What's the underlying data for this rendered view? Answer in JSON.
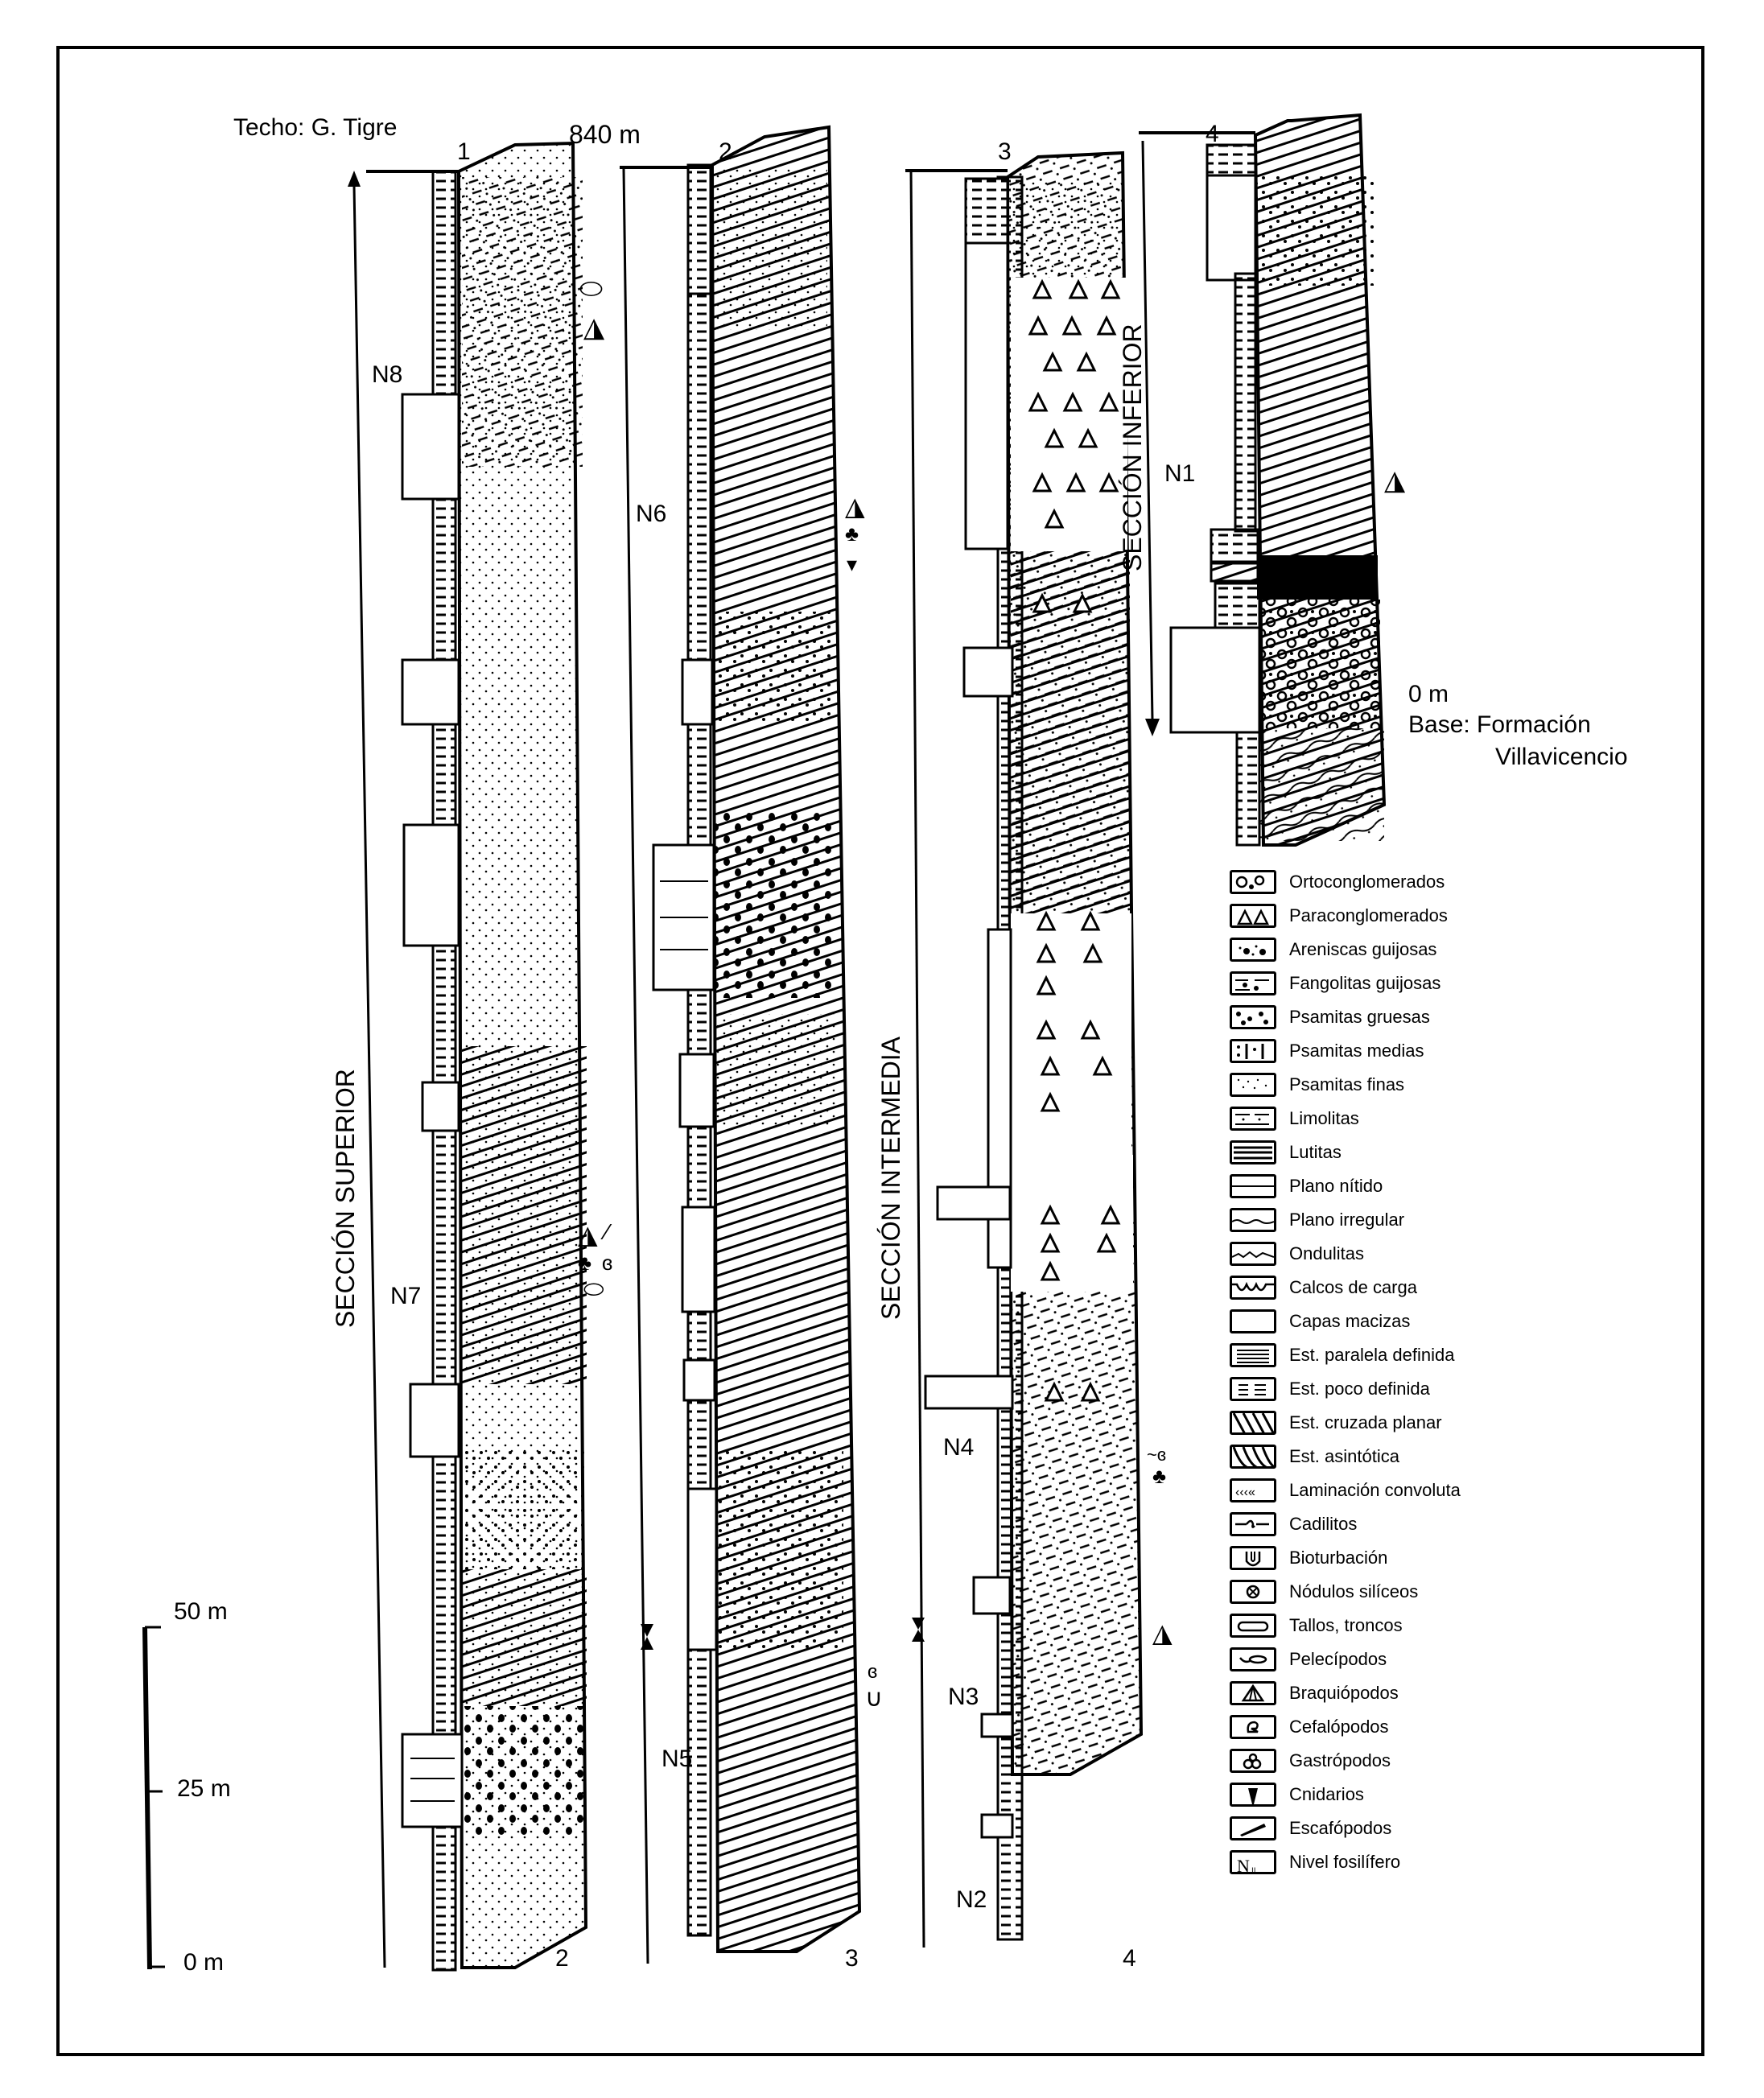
{
  "figure": {
    "top_label": "Techo: G. Tigre",
    "top_height": "840 m",
    "base_height": "0 m",
    "base_label_line1": "Base: Formación",
    "base_label_line2": "Villavicencio"
  },
  "columns": [
    {
      "top_number": "1",
      "bottom_number": "2"
    },
    {
      "top_number": "2",
      "bottom_number": "3"
    },
    {
      "top_number": "3",
      "bottom_number": "4"
    },
    {
      "top_number": "4",
      "bottom_number": ""
    }
  ],
  "sections": {
    "superior": "SECCIÓN SUPERIOR",
    "intermedia": "SECCIÓN INTERMEDIA",
    "inferior": "SECCIÓN INFERIOR"
  },
  "levels": [
    "N1",
    "N2",
    "N3",
    "N4",
    "N5",
    "N6",
    "N7",
    "N8"
  ],
  "scale_bar": {
    "ticks": [
      "50 m",
      "25 m",
      "0 m"
    ],
    "values_m": [
      50,
      25,
      0
    ]
  },
  "legend": [
    {
      "label": "Ortoconglomerados",
      "icon": "ortoconglomerate-pattern"
    },
    {
      "label": "Paraconglomerados",
      "icon": "paraconglomerate-pattern"
    },
    {
      "label": "Areniscas guijosas",
      "icon": "pebbly-sandstone-pattern"
    },
    {
      "label": "Fangolitas guijosas",
      "icon": "pebbly-mudstone-pattern"
    },
    {
      "label": "Psamitas gruesas",
      "icon": "coarse-psammite-pattern"
    },
    {
      "label": "Psamitas medias",
      "icon": "medium-psammite-pattern"
    },
    {
      "label": "Psamitas finas",
      "icon": "fine-psammite-pattern"
    },
    {
      "label": "Limolitas",
      "icon": "siltstone-pattern"
    },
    {
      "label": "Lutitas",
      "icon": "shale-pattern"
    },
    {
      "label": "Plano nítido",
      "icon": "sharp-plane-icon"
    },
    {
      "label": "Plano irregular",
      "icon": "irregular-plane-icon"
    },
    {
      "label": "Ondulitas",
      "icon": "ripples-icon"
    },
    {
      "label": "Calcos de carga",
      "icon": "load-cast-icon"
    },
    {
      "label": "Capas macizas",
      "icon": "massive-bed-icon"
    },
    {
      "label": "Est. paralela definida",
      "icon": "parallel-lamination-icon"
    },
    {
      "label": "Est. poco definida",
      "icon": "poorly-defined-lamination-icon"
    },
    {
      "label": "Est. cruzada planar",
      "icon": "planar-cross-bedding-icon"
    },
    {
      "label": "Est. asintótica",
      "icon": "asymptotic-bedding-icon"
    },
    {
      "label": "Laminación convoluta",
      "icon": "convolute-lamination-icon"
    },
    {
      "label": "Cadilitos",
      "icon": "cadilitos-icon"
    },
    {
      "label": "Bioturbación",
      "icon": "bioturbation-icon"
    },
    {
      "label": "Nódulos silíceos",
      "icon": "siliceous-nodule-icon"
    },
    {
      "label": "Tallos, troncos",
      "icon": "stem-trunk-icon"
    },
    {
      "label": "Pelecípodos",
      "icon": "pelecypod-icon"
    },
    {
      "label": "Braquiópodos",
      "icon": "brachiopod-icon"
    },
    {
      "label": "Cefalópodos",
      "icon": "cephalopod-icon"
    },
    {
      "label": "Gastrópodos",
      "icon": "gastropod-icon"
    },
    {
      "label": "Cnidarios",
      "icon": "cnidarian-icon"
    },
    {
      "label": "Escafópodos",
      "icon": "scaphopod-icon"
    },
    {
      "label": "Nivel fosilífero",
      "icon": "fossil-level-icon"
    }
  ]
}
